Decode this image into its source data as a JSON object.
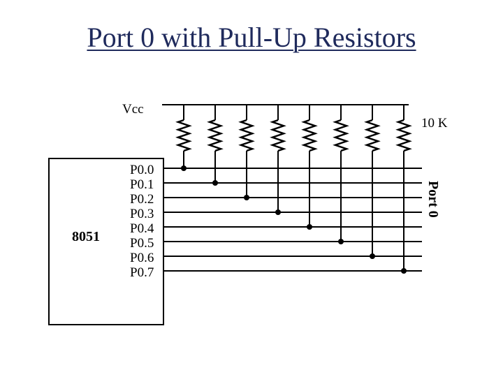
{
  "title": "Port 0 with Pull-Up Resistors",
  "labels": {
    "vcc": "Vcc",
    "resistor_value": "10 K",
    "chip": "8051",
    "port": "Port 0"
  },
  "pins": [
    "P0.0",
    "P0.1",
    "P0.2",
    "P0.3",
    "P0.4",
    "P0.5",
    "P0.6",
    "P0.7"
  ],
  "colors": {
    "title": "#1f2a5c",
    "wire": "#000000"
  }
}
